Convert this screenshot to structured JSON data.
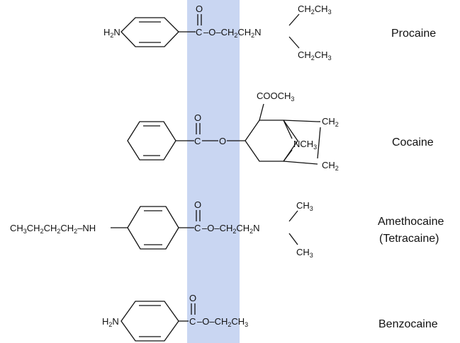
{
  "colors": {
    "highlight_band": "#c9d6f2",
    "ink": "#111111",
    "background": "#ffffff"
  },
  "compounds": [
    {
      "name": "Procaine",
      "subtitle": ""
    },
    {
      "name": "Cocaine",
      "subtitle": ""
    },
    {
      "name": "Amethocaine",
      "subtitle": "(Tetracaine)"
    },
    {
      "name": "Benzocaine",
      "subtitle": ""
    }
  ],
  "atoms": {
    "oxygen": "O",
    "amino": {
      "main": "H",
      "sub": "2",
      "tail": "N"
    },
    "diethylamino_groups": [
      {
        "main": "CH",
        "sub": "2",
        "tail": "CH",
        "sub2": "3"
      }
    ],
    "procaine": {
      "linker": {
        "a": "–O–CH",
        "s1": "2",
        "b": "CH",
        "s2": "2",
        "c": "N"
      },
      "ethyl_upper": {
        "a": "CH",
        "s1": "2",
        "b": "CH",
        "s2": "3"
      },
      "ethyl_lower": {
        "a": "CH",
        "s1": "2",
        "b": "CH",
        "s2": "3"
      }
    },
    "cocaine": {
      "ester": {
        "a": "COOCH",
        "s1": "3"
      },
      "methylamine": {
        "a": "NCH",
        "s1": "3"
      },
      "bridge_upper": {
        "a": "CH",
        "s1": "2"
      },
      "bridge_lower": {
        "a": "CH",
        "s1": "2"
      }
    },
    "amethocaine": {
      "butylamine": {
        "a": "CH",
        "s1": "3",
        "b": "CH",
        "s2": "2",
        "c": "CH",
        "s3": "2",
        "d": "CH",
        "s4": "2",
        "e": "–NH"
      },
      "linker": {
        "a": "–O–CH",
        "s1": "2",
        "b": "CH",
        "s2": "2",
        "c": "N"
      },
      "methyl_upper": {
        "a": "CH",
        "s1": "3"
      },
      "methyl_lower": {
        "a": "CH",
        "s1": "3"
      }
    },
    "benzocaine": {
      "linker": {
        "a": "–O–CH",
        "s1": "2",
        "b": "CH",
        "s2": "3"
      }
    }
  }
}
